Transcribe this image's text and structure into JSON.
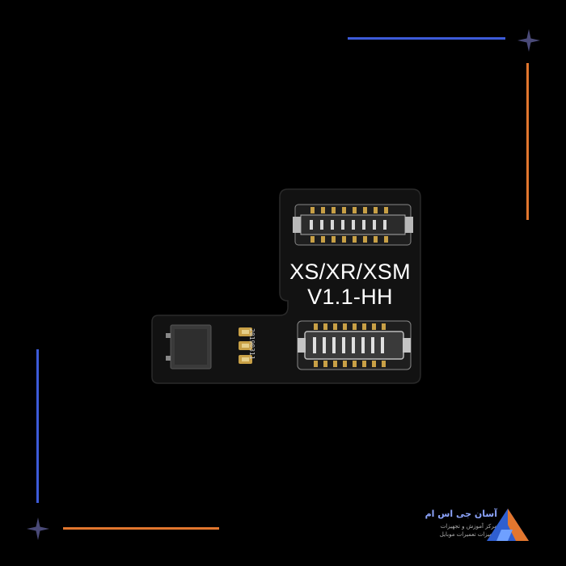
{
  "product": {
    "model_label": "XS/XR/XSM",
    "version_label": "V1.1-HH",
    "date_code": "20190311"
  },
  "logo": {
    "name": "آسان جی اس ام",
    "subtitle_1": "مرکز آموزش و تجهیزات",
    "subtitle_2": "تجهیزات تعمیرات موبایل"
  },
  "colors": {
    "background": "#000000",
    "accent_blue": "#3d5bd9",
    "accent_orange": "#e2762e",
    "board": "#121212",
    "gold": "#c8a046"
  },
  "icons": [
    "sparkle-icon",
    "logo-icon"
  ]
}
